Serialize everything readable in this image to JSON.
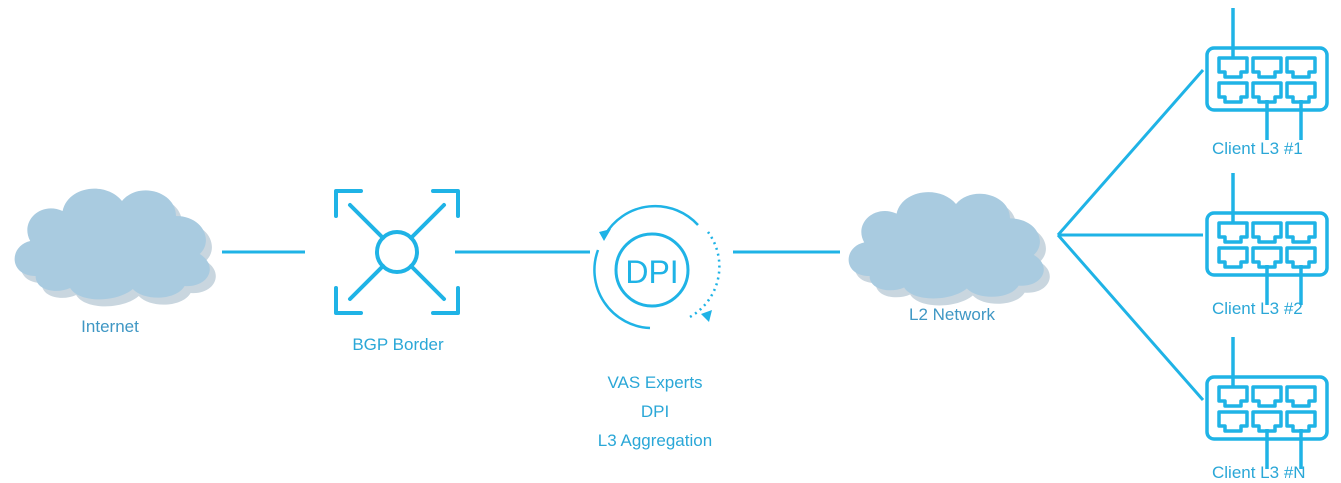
{
  "colors": {
    "line": "#1fb3e6",
    "label": "#2aa7d7",
    "cloud_fill": "#a9cbe0",
    "cloud_shadow": "#c9d6df"
  },
  "nodes": {
    "internet": {
      "label": "Internet",
      "icon": "cloud-icon"
    },
    "bgp_border": {
      "label": "BGP Border",
      "icon": "expand-arrows-router-icon"
    },
    "dpi": {
      "badge": "DPI",
      "label_lines": [
        "VAS Experts",
        "DPI",
        "L3 Aggregation"
      ],
      "icon": "dpi-cycle-icon"
    },
    "l2_network": {
      "label": "L2 Network",
      "icon": "cloud-icon"
    },
    "clients": [
      {
        "label": "Client L3 #1",
        "icon": "switch-icon"
      },
      {
        "label": "Client L3 #2",
        "icon": "switch-icon"
      },
      {
        "label": "Client L3 #N",
        "icon": "switch-icon"
      }
    ]
  }
}
